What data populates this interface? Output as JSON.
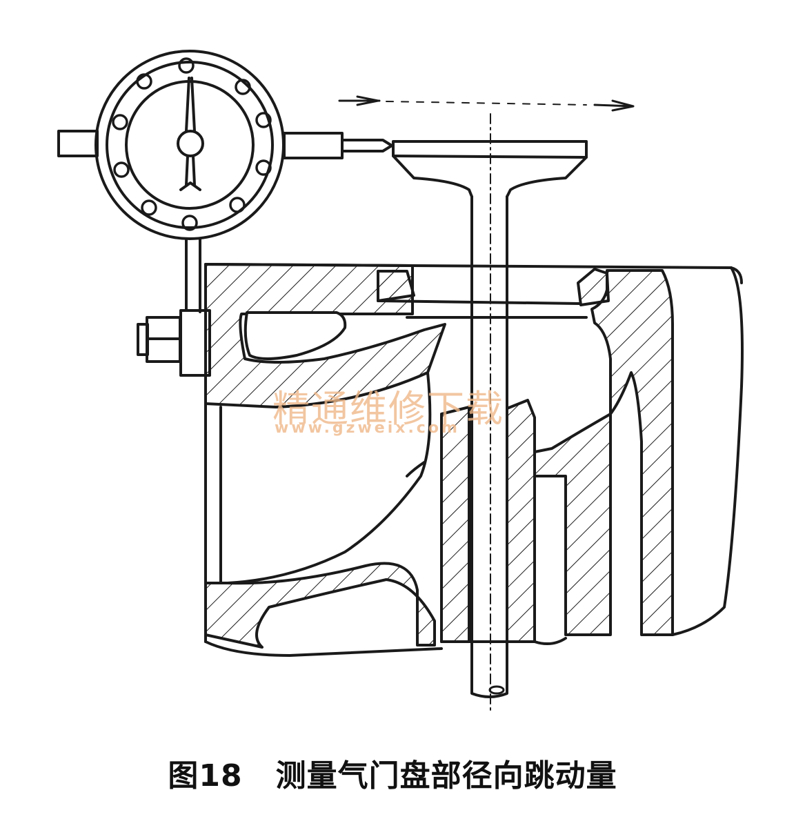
{
  "caption": {
    "number": "图18",
    "text": "测量气门盘部径向跳动量"
  },
  "watermark": {
    "line1": "精通维修下载",
    "line2": "www.gzweix.com",
    "color": "#f0b98a"
  },
  "figure": {
    "line_color": "#1a1a1a",
    "background": "#ffffff",
    "parts": [
      "dial-indicator",
      "cylinder-head-section",
      "valve",
      "valve-guide",
      "valve-seat",
      "movement-arrows"
    ]
  }
}
